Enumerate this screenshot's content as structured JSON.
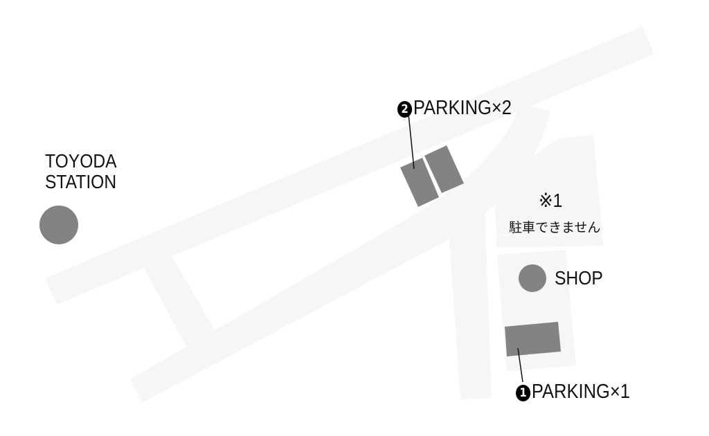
{
  "colors": {
    "road": "#f6f6f6",
    "marker": "#838383",
    "text": "#111111"
  },
  "station": {
    "line1": "TOYODA",
    "line2": "STATION"
  },
  "parking2": {
    "number": "2",
    "label": "PARKING×2"
  },
  "parking1": {
    "number": "1",
    "label": "PARKING×1"
  },
  "note": {
    "mark": "※1",
    "text": "駐車できません"
  },
  "shop": {
    "label": "SHOP"
  }
}
